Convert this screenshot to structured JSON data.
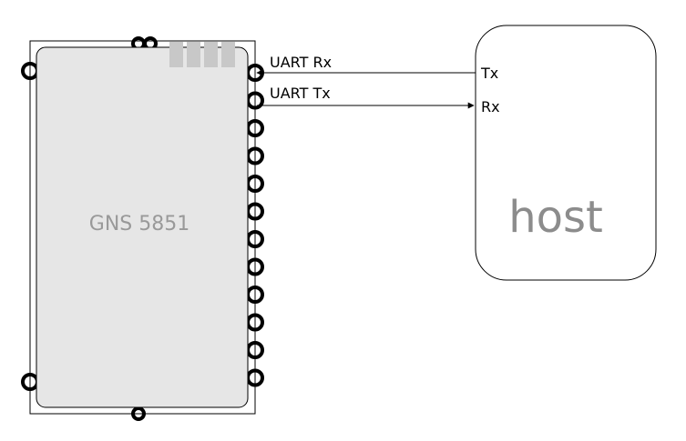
{
  "module": {
    "name": "GNS 5851"
  },
  "host": {
    "name": "host",
    "tx_label": "Tx",
    "rx_label": "Rx"
  },
  "connections": [
    {
      "label": "UART Rx",
      "direction": "host-to-module"
    },
    {
      "label": "UART Tx",
      "direction": "module-to-host"
    }
  ],
  "colors": {
    "module_fill": "#e6e6e6",
    "pad_block": "#c8c8c8",
    "module_label": "#999999",
    "host_label": "#8c8c8c",
    "line": "#000000"
  }
}
